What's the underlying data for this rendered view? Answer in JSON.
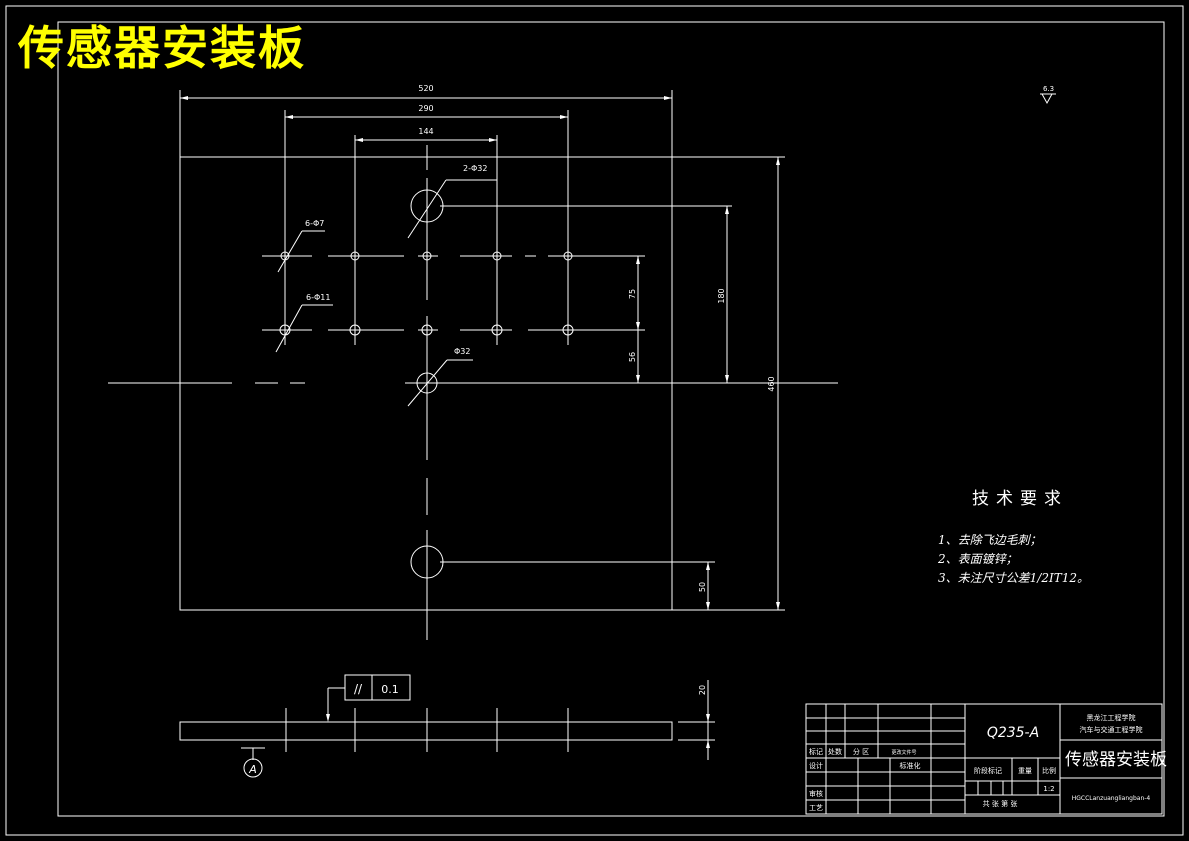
{
  "drawing_title": "传感器安装板",
  "dimensions": {
    "overall_width": "520",
    "hole_span_outer": "290",
    "hole_span_inner": "144",
    "big_hole_callout": "2-Φ32",
    "small_hole_callout_1": "6-Φ7",
    "small_hole_callout_2": "6-Φ11",
    "center_hole_callout": "Φ32",
    "vert_row_spacing": "75",
    "vert_row_to_center": "56",
    "vert_hole_span": "180",
    "overall_height": "460",
    "bottom_offset": "50",
    "plate_thickness": "20",
    "surface_finish": "6.3"
  },
  "tolerance_frame": {
    "symbol": "//",
    "value": "0.1",
    "datum": "A"
  },
  "tech_requirements": {
    "title": "技术要求",
    "items": [
      "1、去除飞边毛刺；",
      "2、表面镀锌；",
      "3、未注尺寸公差1/2IT12。"
    ]
  },
  "title_block": {
    "material": "Q235-A",
    "school_line1": "黑龙江工程学院",
    "school_line2": "汽车与交通工程学院",
    "part_name": "传感器安装板",
    "drawing_no": "HGCCLanzuangliangban-4",
    "scale": "1:2",
    "labels": {
      "mark": "标记",
      "count": "处数",
      "zone": "分 区",
      "change_doc": "更改文件号",
      "design": "设计",
      "standardize": "标准化",
      "stage_mark": "阶段标记",
      "weight": "重量",
      "ratio": "比例",
      "review": "审核",
      "process": "工艺",
      "sheets": "共 张  第 张"
    }
  }
}
